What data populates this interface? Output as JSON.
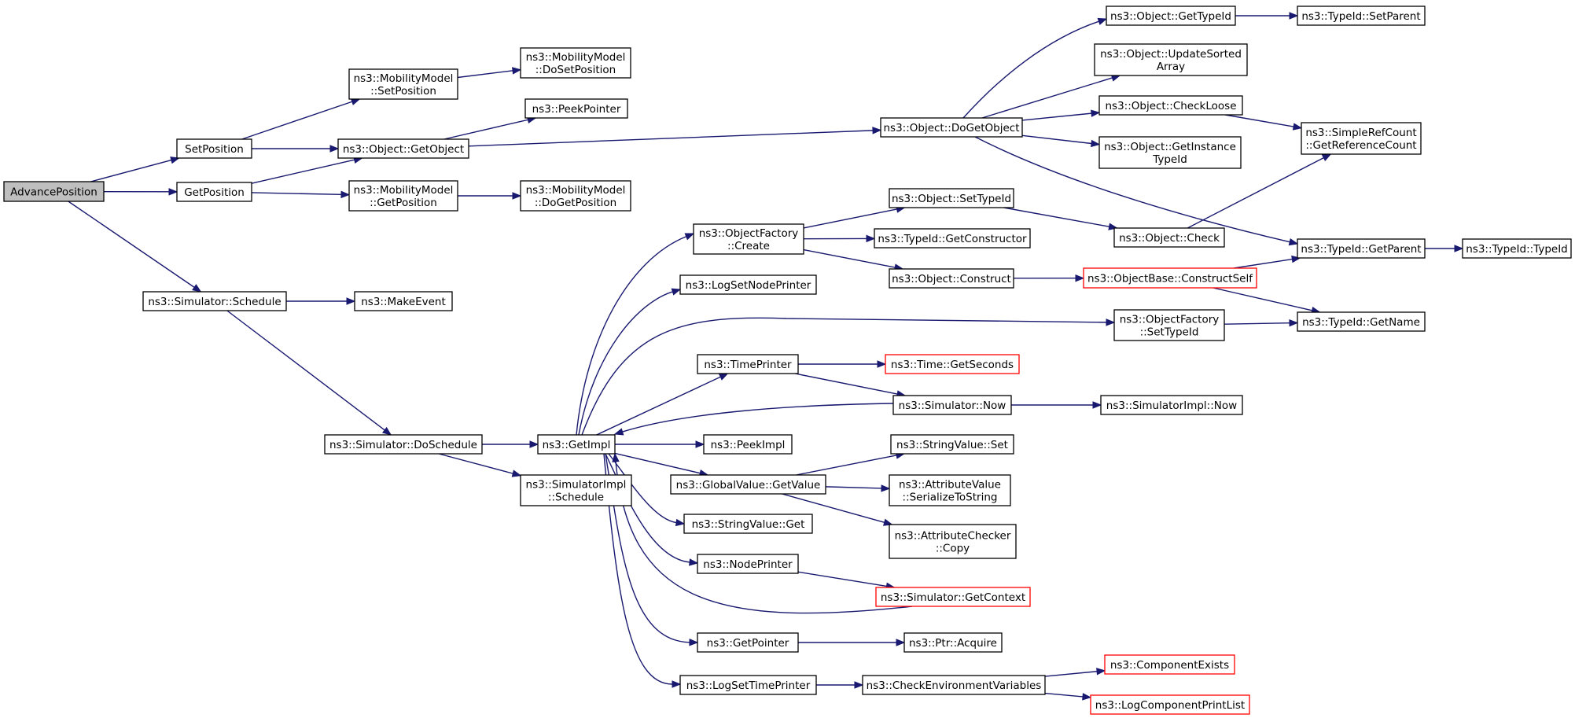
{
  "colors": {
    "edge": "#191970",
    "node_border": "#000000",
    "node_border_truncated": "#ff0000",
    "root_fill": "#bfbfbf",
    "node_fill": "#ffffff"
  },
  "nodes": {
    "advance_position": {
      "lines": [
        "AdvancePosition"
      ],
      "root": true
    },
    "set_position": {
      "lines": [
        "SetPosition"
      ]
    },
    "get_position": {
      "lines": [
        "GetPosition"
      ]
    },
    "simulator_schedule": {
      "lines": [
        "ns3::Simulator::Schedule"
      ]
    },
    "mobility_set_position": {
      "lines": [
        "ns3::MobilityModel",
        "::SetPosition"
      ]
    },
    "object_get_object": {
      "lines": [
        "ns3::Object::GetObject"
      ]
    },
    "mobility_get_position": {
      "lines": [
        "ns3::MobilityModel",
        "::GetPosition"
      ]
    },
    "make_event": {
      "lines": [
        "ns3::MakeEvent"
      ]
    },
    "simulator_do_schedule": {
      "lines": [
        "ns3::Simulator::DoSchedule"
      ]
    },
    "mobility_do_set_position": {
      "lines": [
        "ns3::MobilityModel",
        "::DoSetPosition"
      ]
    },
    "peek_pointer": {
      "lines": [
        "ns3::PeekPointer"
      ]
    },
    "mobility_do_get_position": {
      "lines": [
        "ns3::MobilityModel",
        "::DoGetPosition"
      ]
    },
    "get_impl": {
      "lines": [
        "ns3::GetImpl"
      ]
    },
    "simulator_impl_schedule": {
      "lines": [
        "ns3::SimulatorImpl",
        "::Schedule"
      ]
    },
    "object_factory_create": {
      "lines": [
        "ns3::ObjectFactory",
        "::Create"
      ]
    },
    "log_set_node_printer": {
      "lines": [
        "ns3::LogSetNodePrinter"
      ]
    },
    "time_printer": {
      "lines": [
        "ns3::TimePrinter"
      ]
    },
    "peek_impl": {
      "lines": [
        "ns3::PeekImpl"
      ]
    },
    "global_value_get_value": {
      "lines": [
        "ns3::GlobalValue::GetValue"
      ]
    },
    "string_value_get": {
      "lines": [
        "ns3::StringValue::Get"
      ]
    },
    "node_printer": {
      "lines": [
        "ns3::NodePrinter"
      ]
    },
    "get_pointer": {
      "lines": [
        "ns3::GetPointer"
      ]
    },
    "log_set_time_printer": {
      "lines": [
        "ns3::LogSetTimePrinter"
      ]
    },
    "object_do_get_object": {
      "lines": [
        "ns3::Object::DoGetObject"
      ]
    },
    "object_set_type_id": {
      "lines": [
        "ns3::Object::SetTypeId"
      ]
    },
    "type_id_get_constructor": {
      "lines": [
        "ns3::TypeId::GetConstructor"
      ]
    },
    "object_construct": {
      "lines": [
        "ns3::Object::Construct"
      ]
    },
    "time_get_seconds": {
      "lines": [
        "ns3::Time::GetSeconds"
      ],
      "truncated": true
    },
    "simulator_now": {
      "lines": [
        "ns3::Simulator::Now"
      ]
    },
    "string_value_set": {
      "lines": [
        "ns3::StringValue::Set"
      ]
    },
    "attribute_value_serialize": {
      "lines": [
        "ns3::AttributeValue",
        "::SerializeToString"
      ]
    },
    "attribute_checker_copy": {
      "lines": [
        "ns3::AttributeChecker",
        "::Copy"
      ]
    },
    "simulator_get_context": {
      "lines": [
        "ns3::Simulator::GetContext"
      ],
      "truncated": true
    },
    "ptr_acquire": {
      "lines": [
        "ns3::Ptr::Acquire"
      ]
    },
    "check_env_vars": {
      "lines": [
        "ns3::CheckEnvironmentVariables"
      ]
    },
    "object_get_type_id": {
      "lines": [
        "ns3::Object::GetTypeId"
      ]
    },
    "object_update_sorted_array": {
      "lines": [
        "ns3::Object::UpdateSorted",
        "Array"
      ]
    },
    "object_check_loose": {
      "lines": [
        "ns3::Object::CheckLoose"
      ]
    },
    "object_get_instance_type_id": {
      "lines": [
        "ns3::Object::GetInstance",
        "TypeId"
      ]
    },
    "object_check": {
      "lines": [
        "ns3::Object::Check"
      ]
    },
    "object_base_construct_self": {
      "lines": [
        "ns3::ObjectBase::ConstructSelf"
      ],
      "truncated": true
    },
    "object_factory_set_type_id": {
      "lines": [
        "ns3::ObjectFactory",
        "::SetTypeId"
      ]
    },
    "simulator_impl_now": {
      "lines": [
        "ns3::SimulatorImpl::Now"
      ]
    },
    "component_exists": {
      "lines": [
        "ns3::ComponentExists"
      ],
      "truncated": true
    },
    "log_component_print_list": {
      "lines": [
        "ns3::LogComponentPrintList"
      ],
      "truncated": true
    },
    "type_id_set_parent": {
      "lines": [
        "ns3::TypeId::SetParent"
      ]
    },
    "simple_ref_count": {
      "lines": [
        "ns3::SimpleRefCount",
        "::GetReferenceCount"
      ]
    },
    "type_id_get_parent": {
      "lines": [
        "ns3::TypeId::GetParent"
      ]
    },
    "type_id_get_name": {
      "lines": [
        "ns3::TypeId::GetName"
      ]
    },
    "type_id_type_id": {
      "lines": [
        "ns3::TypeId::TypeId"
      ]
    }
  },
  "edges": [
    {
      "from": "advance_position",
      "to": "set_position"
    },
    {
      "from": "advance_position",
      "to": "get_position"
    },
    {
      "from": "advance_position",
      "to": "simulator_schedule"
    },
    {
      "from": "set_position",
      "to": "mobility_set_position"
    },
    {
      "from": "set_position",
      "to": "object_get_object"
    },
    {
      "from": "get_position",
      "to": "object_get_object"
    },
    {
      "from": "get_position",
      "to": "mobility_get_position"
    },
    {
      "from": "mobility_set_position",
      "to": "mobility_do_set_position"
    },
    {
      "from": "object_get_object",
      "to": "peek_pointer"
    },
    {
      "from": "object_get_object",
      "to": "object_do_get_object"
    },
    {
      "from": "mobility_get_position",
      "to": "mobility_do_get_position"
    },
    {
      "from": "simulator_schedule",
      "to": "make_event"
    },
    {
      "from": "simulator_schedule",
      "to": "simulator_do_schedule"
    },
    {
      "from": "simulator_do_schedule",
      "to": "get_impl"
    },
    {
      "from": "simulator_do_schedule",
      "to": "simulator_impl_schedule"
    },
    {
      "from": "get_impl",
      "to": "object_factory_create"
    },
    {
      "from": "get_impl",
      "to": "log_set_node_printer"
    },
    {
      "from": "get_impl",
      "to": "object_factory_set_type_id"
    },
    {
      "from": "get_impl",
      "to": "time_printer"
    },
    {
      "from": "get_impl",
      "to": "peek_impl"
    },
    {
      "from": "get_impl",
      "to": "global_value_get_value"
    },
    {
      "from": "get_impl",
      "to": "string_value_get"
    },
    {
      "from": "get_impl",
      "to": "node_printer"
    },
    {
      "from": "get_impl",
      "to": "get_pointer"
    },
    {
      "from": "get_impl",
      "to": "log_set_time_printer"
    },
    {
      "from": "object_factory_create",
      "to": "object_set_type_id"
    },
    {
      "from": "object_factory_create",
      "to": "type_id_get_constructor"
    },
    {
      "from": "object_factory_create",
      "to": "object_construct"
    },
    {
      "from": "time_printer",
      "to": "time_get_seconds"
    },
    {
      "from": "time_printer",
      "to": "simulator_now"
    },
    {
      "from": "simulator_now",
      "to": "get_impl"
    },
    {
      "from": "simulator_now",
      "to": "simulator_impl_now"
    },
    {
      "from": "global_value_get_value",
      "to": "string_value_set"
    },
    {
      "from": "global_value_get_value",
      "to": "attribute_value_serialize"
    },
    {
      "from": "global_value_get_value",
      "to": "attribute_checker_copy"
    },
    {
      "from": "node_printer",
      "to": "simulator_get_context"
    },
    {
      "from": "simulator_get_context",
      "to": "get_impl"
    },
    {
      "from": "get_pointer",
      "to": "ptr_acquire"
    },
    {
      "from": "log_set_time_printer",
      "to": "check_env_vars"
    },
    {
      "from": "check_env_vars",
      "to": "component_exists"
    },
    {
      "from": "check_env_vars",
      "to": "log_component_print_list"
    },
    {
      "from": "object_do_get_object",
      "to": "object_get_type_id"
    },
    {
      "from": "object_do_get_object",
      "to": "object_update_sorted_array"
    },
    {
      "from": "object_do_get_object",
      "to": "object_check_loose"
    },
    {
      "from": "object_do_get_object",
      "to": "object_get_instance_type_id"
    },
    {
      "from": "object_do_get_object",
      "to": "type_id_get_parent"
    },
    {
      "from": "object_set_type_id",
      "to": "object_check"
    },
    {
      "from": "object_construct",
      "to": "object_base_construct_self"
    },
    {
      "from": "object_get_type_id",
      "to": "type_id_set_parent"
    },
    {
      "from": "object_check_loose",
      "to": "simple_ref_count"
    },
    {
      "from": "object_check",
      "to": "simple_ref_count"
    },
    {
      "from": "object_base_construct_self",
      "to": "type_id_get_parent"
    },
    {
      "from": "object_base_construct_self",
      "to": "type_id_get_name"
    },
    {
      "from": "object_factory_set_type_id",
      "to": "type_id_get_name"
    },
    {
      "from": "type_id_get_parent",
      "to": "type_id_type_id"
    }
  ]
}
